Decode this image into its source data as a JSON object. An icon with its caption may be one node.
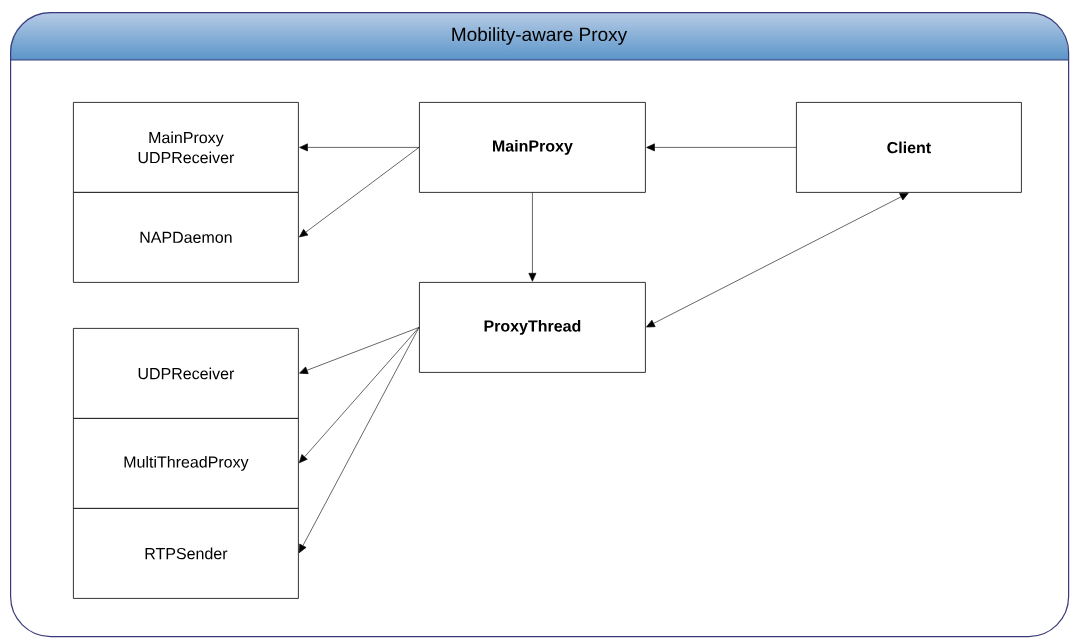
{
  "diagram": {
    "nodes": [
      {
        "text": [
          "Mobility-aware Proxy"
        ]
      },
      {
        "text": [
          "MainProxy UDPReceiver"
        ],
        "in": 0
      },
      {
        "text": [
          "NAPDaemon"
        ],
        "in": 0
      },
      {
        "text": [
          "MainProxy"
        ],
        "in": 0
      },
      {
        "text": [
          "Client"
        ],
        "in": 0
      },
      {
        "text": [
          "ProxyThread"
        ],
        "in": 0
      },
      {
        "text": [
          "UDPReceiver"
        ],
        "in": 0
      },
      {
        "text": [
          "MultiThreadProxy"
        ],
        "in": 0
      },
      {
        "text": [
          "RTPSender"
        ],
        "in": 0
      }
    ],
    "edges": [
      {
        "from": 3,
        "to": 1,
        "arrow": "to"
      },
      {
        "from": 3,
        "to": 2,
        "arrow": "to"
      },
      {
        "from": 4,
        "to": 3,
        "arrow": "to"
      },
      {
        "from": 3,
        "to": 5,
        "arrow": "to"
      },
      {
        "from": 4,
        "to": 5,
        "arrow": "both"
      },
      {
        "from": 5,
        "to": 6,
        "arrow": "to"
      },
      {
        "from": 5,
        "to": 7,
        "arrow": "to"
      },
      {
        "from": 5,
        "to": 8,
        "arrow": "to"
      }
    ]
  }
}
